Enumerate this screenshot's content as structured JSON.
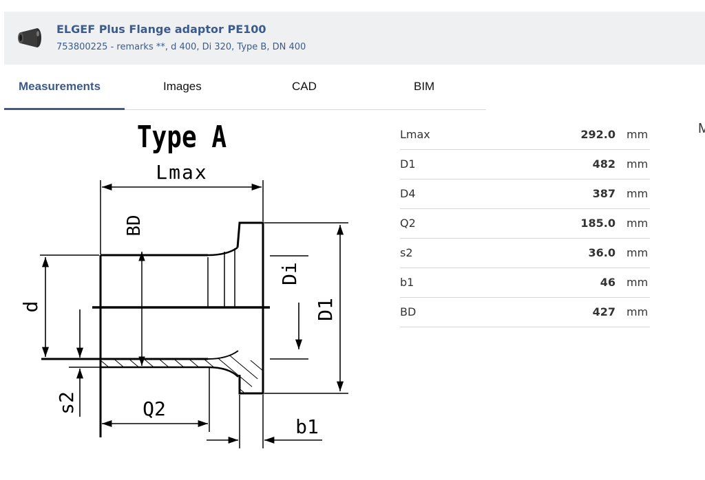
{
  "header": {
    "title": "ELGEF Plus Flange adaptor PE100",
    "subtitle": "753800225 - remarks **, d 400, Di 320, Type B, DN 400",
    "icon": "flange-adaptor-icon"
  },
  "tabs": [
    {
      "label": "Measurements",
      "active": true
    },
    {
      "label": "Images",
      "active": false
    },
    {
      "label": "CAD",
      "active": false
    },
    {
      "label": "BIM",
      "active": false
    }
  ],
  "diagram": {
    "title": "Type A",
    "labels": {
      "lmax": "Lmax",
      "bd": "BD",
      "di": "Di",
      "d": "d",
      "d1": "D1",
      "s2": "s2",
      "q2": "Q2",
      "b1": "b1"
    }
  },
  "measurements": [
    {
      "name": "Lmax",
      "value": "292.0",
      "unit": "mm"
    },
    {
      "name": "D1",
      "value": "482",
      "unit": "mm"
    },
    {
      "name": "D4",
      "value": "387",
      "unit": "mm"
    },
    {
      "name": "Q2",
      "value": "185.0",
      "unit": "mm"
    },
    {
      "name": "s2",
      "value": "36.0",
      "unit": "mm"
    },
    {
      "name": "b1",
      "value": "46",
      "unit": "mm"
    },
    {
      "name": "BD",
      "value": "427",
      "unit": "mm"
    }
  ],
  "cutoff_text": "M"
}
